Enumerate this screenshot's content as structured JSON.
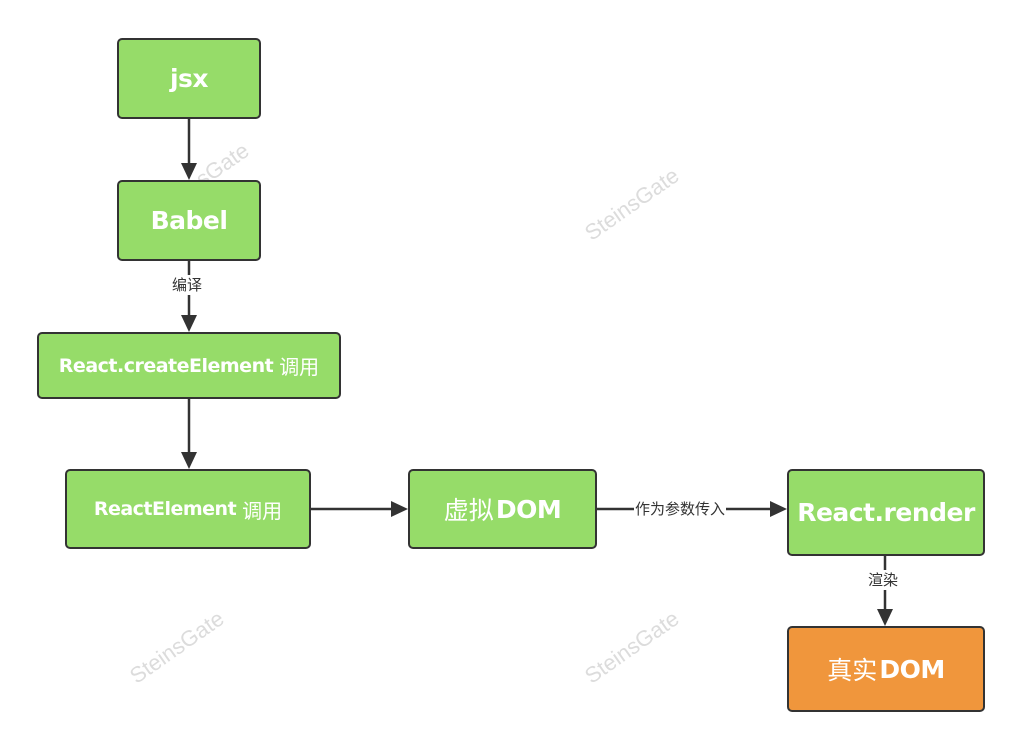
{
  "colors": {
    "node_green": "#96dc69",
    "node_orange": "#f0963c",
    "border": "#333333",
    "edge": "#333333",
    "watermark": "#dcdcdc"
  },
  "watermark": "SteinsGate",
  "nodes": {
    "jsx": {
      "bold": "jsx"
    },
    "babel": {
      "bold": "Babel"
    },
    "create_element": {
      "bold": "React.createElement",
      "normal": "调用"
    },
    "react_element": {
      "bold": "ReactElement",
      "normal": "调用"
    },
    "virtual_dom": {
      "normal": "虚拟",
      "bold": "DOM"
    },
    "react_render": {
      "bold": "React.render"
    },
    "real_dom": {
      "normal": "真实",
      "bold": "DOM"
    }
  },
  "edges": {
    "compile": "编译",
    "pass_as_param": "作为参数传入",
    "render": "渲染"
  }
}
